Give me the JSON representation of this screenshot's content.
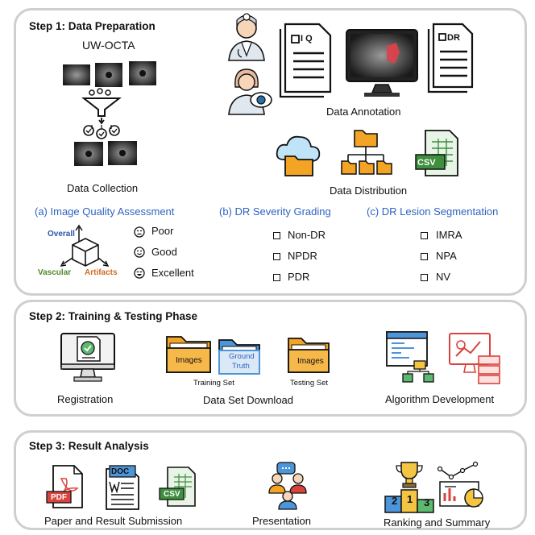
{
  "step1": {
    "title": "Step 1:  Data Preparation",
    "uw_octa": "UW-OCTA",
    "data_collection": "Data Collection",
    "data_annotation": "Data Annotation",
    "data_distribution": "Data Distribution",
    "doc_iq_label": "I Q",
    "doc_dr_label": "DR",
    "csv_label": "CSV",
    "task_a": {
      "title": "(a) Image Quality Assessment",
      "axis_overall": "Overall",
      "axis_vascular": "Vascular",
      "axis_artifacts": "Artifacts",
      "levels": [
        "Poor",
        "Good",
        "Excellent"
      ]
    },
    "task_b": {
      "title": "(b) DR Severity Grading",
      "options": [
        "Non-DR",
        "NPDR",
        "PDR"
      ]
    },
    "task_c": {
      "title": "(c) DR Lesion Segmentation",
      "options": [
        "IMRA",
        "NPA",
        "NV"
      ]
    }
  },
  "step2": {
    "title": "Step 2:  Training & Testing Phase",
    "registration": "Registration",
    "folder_images": "Images",
    "folder_ground_truth_1": "Ground",
    "folder_ground_truth_2": "Truth",
    "training_set": "Training Set",
    "testing_set": "Testing Set",
    "dataset_download": "Data Set Download",
    "algorithm_development": "Algorithm Development"
  },
  "step3": {
    "title": "Step 3:  Result Analysis",
    "pdf": "PDF",
    "doc": "DOC",
    "csv": "CSV",
    "paper_submission": "Paper and Result Submission",
    "presentation": "Presentation",
    "ranking": "Ranking and Summary",
    "podium": [
      "2",
      "1",
      "3"
    ]
  },
  "colors": {
    "panel_border": "#cfcfcf",
    "task_blue": "#2e63c4",
    "overall_blue": "#2b56a6",
    "vascular_green": "#4e8a2a",
    "artifacts_orange": "#d06a1f",
    "folder_orange": "#f4a424",
    "folder_blue": "#4d95d9",
    "pdf_red": "#d9433d",
    "csv_green": "#3e8f3e"
  }
}
